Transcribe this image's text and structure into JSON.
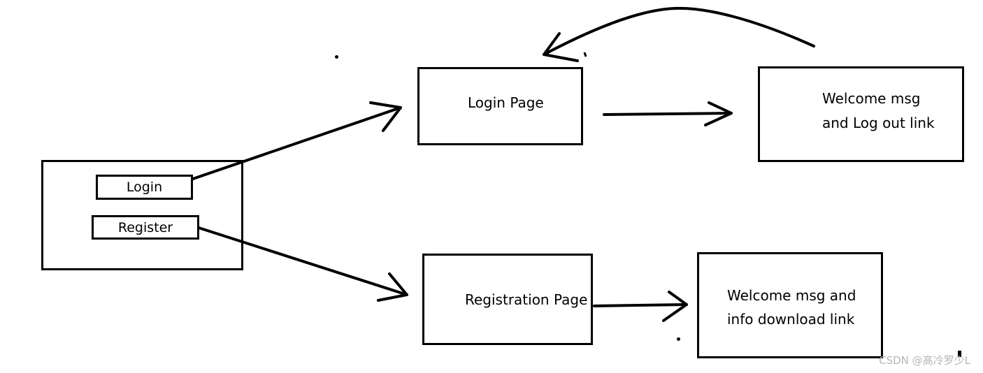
{
  "home": {
    "login_button": "Login",
    "register_button": "Register"
  },
  "login_page": {
    "label": "Login Page"
  },
  "welcome_logout": {
    "line1": "Welcome msg",
    "line2": "and Log out link"
  },
  "registration_page": {
    "label": "Registration Page"
  },
  "welcome_download": {
    "line1": "Welcome msg and",
    "line2": "info download link"
  },
  "watermark": "CSDN @高冷罗少L",
  "colors": {
    "stroke": "#000000",
    "background": "#ffffff",
    "watermark": "#b5b5b5"
  }
}
